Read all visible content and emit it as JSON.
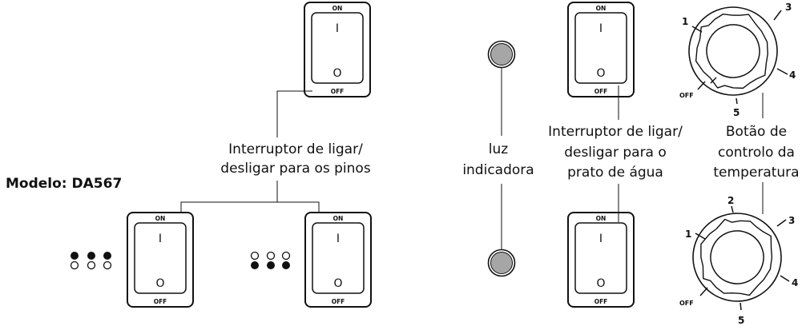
{
  "model_label": "Modelo: DA567",
  "labels": {
    "pins_switch": [
      "Interruptor de ligar/",
      "desligar para os pinos"
    ],
    "indicator": [
      "luz",
      "indicadora"
    ],
    "water_switch": [
      "Interruptor de ligar/",
      "desligar para o",
      "prato de água"
    ],
    "temp_knob": [
      "Botão de",
      "controlo da",
      "temperatura"
    ]
  },
  "switch_text": {
    "on": "ON",
    "off": "OFF",
    "one": "I",
    "zero": "O"
  },
  "dial_text": {
    "n1": "1",
    "n2": "2",
    "n3": "3",
    "n4": "4",
    "n5": "5",
    "off": "OFF"
  },
  "colors": {
    "line": "#111111",
    "indicator_fill": "#a6a6a6"
  }
}
